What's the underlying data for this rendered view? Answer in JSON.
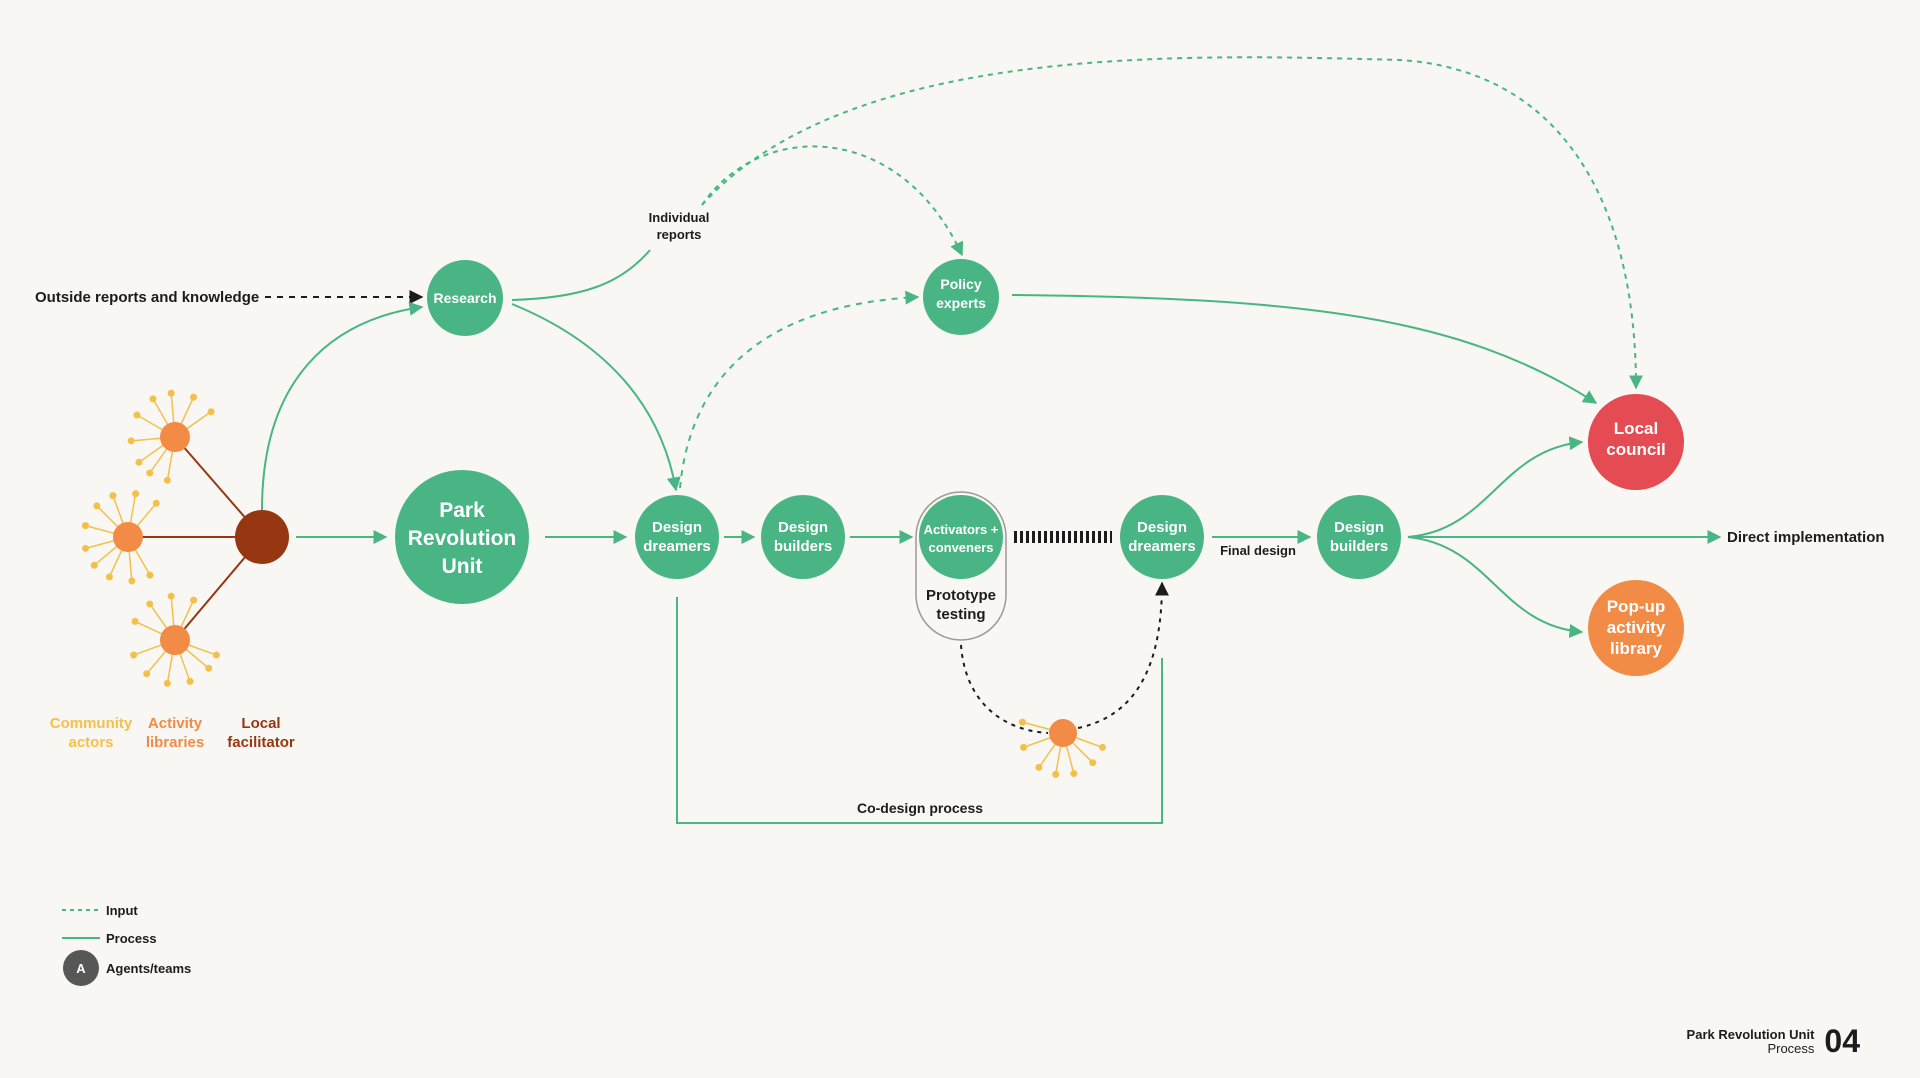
{
  "colors": {
    "green": "#4ab584",
    "red": "#e54b52",
    "orange": "#f18b45",
    "yellow": "#f5c04a",
    "brown": "#973712",
    "dark": "#1c1c1c",
    "background": "#f8f7f3"
  },
  "nodes": {
    "research": "Research",
    "policy_experts": [
      "Policy",
      "experts"
    ],
    "park_revolution_unit": [
      "Park",
      "Revolution",
      "Unit"
    ],
    "design_dreamers_1": [
      "Design",
      "dreamers"
    ],
    "design_builders_1": [
      "Design",
      "builders"
    ],
    "activators_conveners": [
      "Activators +",
      "conveners"
    ],
    "prototype_testing": [
      "Prototype",
      "testing"
    ],
    "design_dreamers_2": [
      "Design",
      "dreamers"
    ],
    "design_builders_2": [
      "Design",
      "builders"
    ],
    "local_council": [
      "Local",
      "council"
    ],
    "popup_library": [
      "Pop-up",
      "activity",
      "library"
    ]
  },
  "labels": {
    "outside_reports": "Outside reports and knowledge",
    "individual_reports": [
      "Individual",
      "reports"
    ],
    "final_design": "Final design",
    "direct_implementation": "Direct implementation",
    "co_design_process": "Co-design process",
    "community_actors": [
      "Community",
      "actors"
    ],
    "activity_libraries": [
      "Activity",
      "libraries"
    ],
    "local_facilitator": [
      "Local",
      "facilitator"
    ]
  },
  "legend": {
    "input": "Input",
    "process": "Process",
    "agents_icon_letter": "A",
    "agents": "Agents/teams"
  },
  "footer": {
    "title": "Park Revolution Unit",
    "subtitle": "Process",
    "page_number": "04"
  }
}
